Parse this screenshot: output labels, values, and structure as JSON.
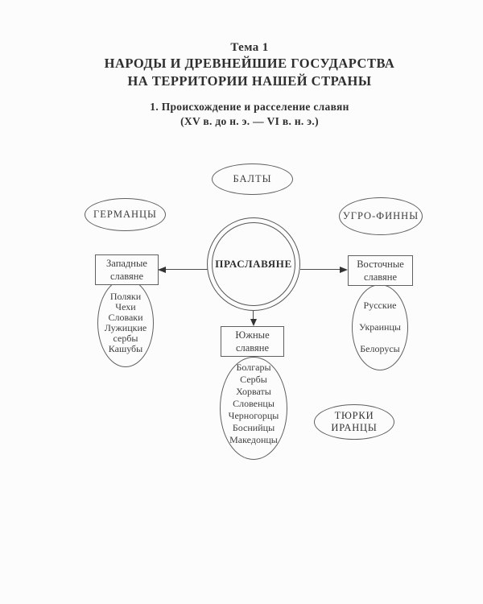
{
  "colors": {
    "ink": "#2e2e2e",
    "line": "#5f5f5f",
    "background": "#fcfcfc"
  },
  "header": {
    "theme": "Тема 1",
    "title_line1": "НАРОДЫ И ДРЕВНЕЙШИЕ ГОСУДАРСТВА",
    "title_line2": "НА ТЕРРИТОРИИ НАШЕЙ СТРАНЫ",
    "subtitle_line1": "1. Происхождение и расселение славян",
    "subtitle_line2": "(XV в. до н. э. — VI в. н. э.)"
  },
  "diagram": {
    "center": {
      "label": "ПРАСЛАВЯНЕ"
    },
    "neighbors": {
      "balts": "БАЛТЫ",
      "germans": "ГЕРМАНЦЫ",
      "ugro_finns": "УГРО-ФИННЫ",
      "turks_line1": "ТЮРКИ",
      "turks_line2": "ИРАНЦЫ"
    },
    "branches": {
      "west": {
        "label_line1": "Западные",
        "label_line2": "славяне",
        "peoples": [
          "Поляки",
          "Чехи",
          "Словаки",
          "Лужицкие",
          "сербы",
          "Кашубы"
        ]
      },
      "east": {
        "label_line1": "Восточные",
        "label_line2": "славяне",
        "peoples": [
          "Русские",
          "Украинцы",
          "Белорусы"
        ]
      },
      "south": {
        "label_line1": "Южные",
        "label_line2": "славяне",
        "peoples": [
          "Болгары",
          "Сербы",
          "Хорваты",
          "Словенцы",
          "Черногорцы",
          "Боснийцы",
          "Македонцы"
        ]
      }
    }
  }
}
